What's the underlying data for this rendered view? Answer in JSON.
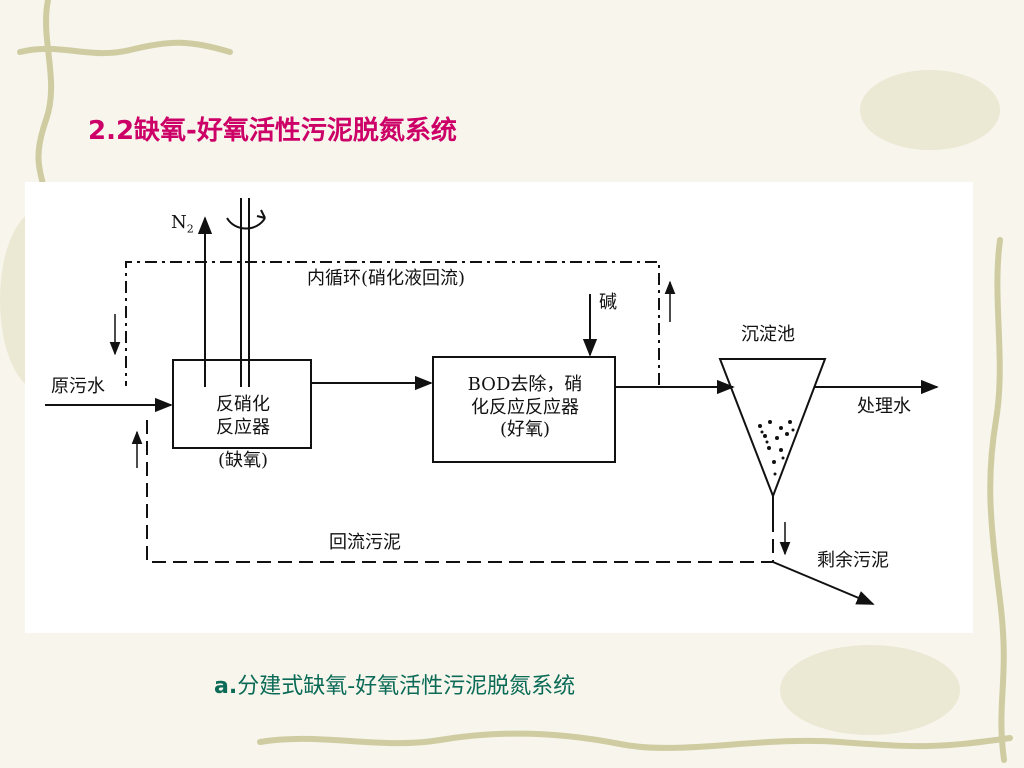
{
  "slide": {
    "title": "2.2缺氧-好氧活性污泥脱氮系统",
    "caption_lead": "a.",
    "caption_rest": "分建式缺氧-好氧活性污泥脱氮系统"
  },
  "diagram": {
    "n2": "N",
    "n2_sub": "2",
    "internal_recycle": "内循环(硝化液回流)",
    "alkali": "碱",
    "settling_tank": "沉淀池",
    "raw_sewage": "原污水",
    "denitrification_reactor": [
      "反硝化",
      "反应器",
      "(缺氧)"
    ],
    "bod_reactor": [
      "BOD去除，硝",
      "化反应反应器",
      "(好氧)"
    ],
    "treated_water": "处理水",
    "return_sludge": "回流污泥",
    "excess_sludge": "剩余污泥"
  },
  "colors": {
    "title": "#cc0066",
    "caption": "#0b6b57",
    "vine": "#c9c79a",
    "background": "#f7f5ec"
  }
}
